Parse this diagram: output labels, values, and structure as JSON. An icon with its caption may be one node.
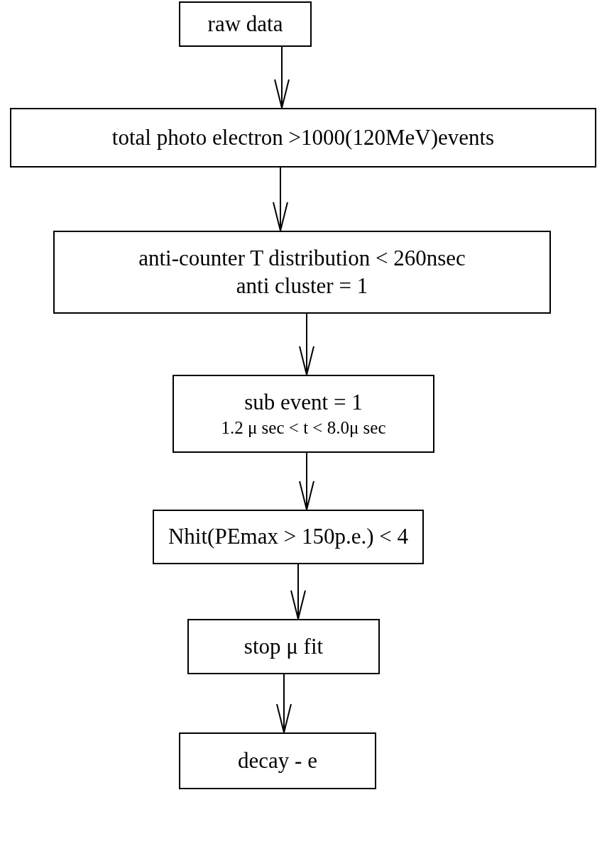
{
  "diagram": {
    "nodes": [
      {
        "text": [
          "raw data"
        ]
      },
      {
        "text": [
          "total photo electron >1000(120MeV)events"
        ]
      },
      {
        "text": [
          "anti-counter T distribution < 260nsec",
          "anti cluster = 1"
        ]
      },
      {
        "text": [
          "sub event = 1",
          "1.2 μ sec < t < 8.0μ sec"
        ]
      },
      {
        "text": [
          "Nhit(PEmax > 150p.e.) < 4"
        ]
      },
      {
        "text": [
          "stop μ fit"
        ]
      },
      {
        "text": [
          "decay - e"
        ]
      }
    ],
    "edges": [
      {
        "from": 0,
        "to": 1,
        "arrow": "to"
      },
      {
        "from": 1,
        "to": 2,
        "arrow": "to"
      },
      {
        "from": 2,
        "to": 3,
        "arrow": "to"
      },
      {
        "from": 3,
        "to": 4,
        "arrow": "to"
      },
      {
        "from": 4,
        "to": 5,
        "arrow": "to"
      },
      {
        "from": 5,
        "to": 6,
        "arrow": "to"
      }
    ]
  }
}
